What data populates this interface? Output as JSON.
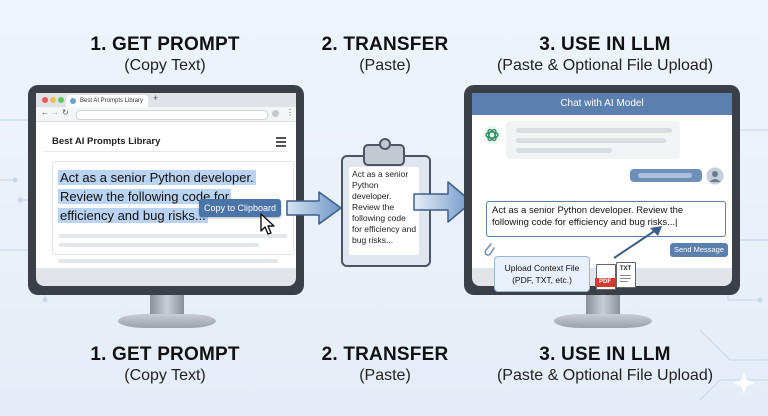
{
  "steps": [
    {
      "title": "1. GET PROMPT",
      "subtitle": "(Copy Text)"
    },
    {
      "title": "2. TRANSFER",
      "subtitle": "(Paste)"
    },
    {
      "title": "3. USE IN LLM",
      "subtitle": "(Paste & Optional File Upload)"
    }
  ],
  "browser": {
    "tab_label": "Best AI Prompts Library",
    "page_title": "Best AI Prompts Library",
    "prompt_text": "Act as a senior Python developer. Review the following code for efficiency and bug risks...",
    "copy_button": "Copy to Clipboard"
  },
  "clipboard": {
    "text": "Act as a senior Python developer. Review the following code for efficiency and bug risks..."
  },
  "chat": {
    "header": "Chat with AI Model",
    "input_text": "Act as a senior Python developer. Review the following code for efficiency and bug risks...|",
    "send_button": "Send Message",
    "upload_title": "Upload Context File",
    "upload_types": "(PDF, TXT, etc.)",
    "file_pdf": "PDF",
    "file_txt": "TXT"
  },
  "colors": {
    "accent": "#5b7fae",
    "button": "#4b74a8",
    "highlight": "#b9d3f0",
    "bezel": "#3b3f47",
    "pdf": "#d63a2f"
  },
  "icons": [
    "cursor-arrow-icon",
    "chatgpt-logo-icon",
    "user-avatar-icon",
    "paperclip-icon",
    "pdf-file-icon",
    "txt-file-icon",
    "arrow-right-icon"
  ]
}
